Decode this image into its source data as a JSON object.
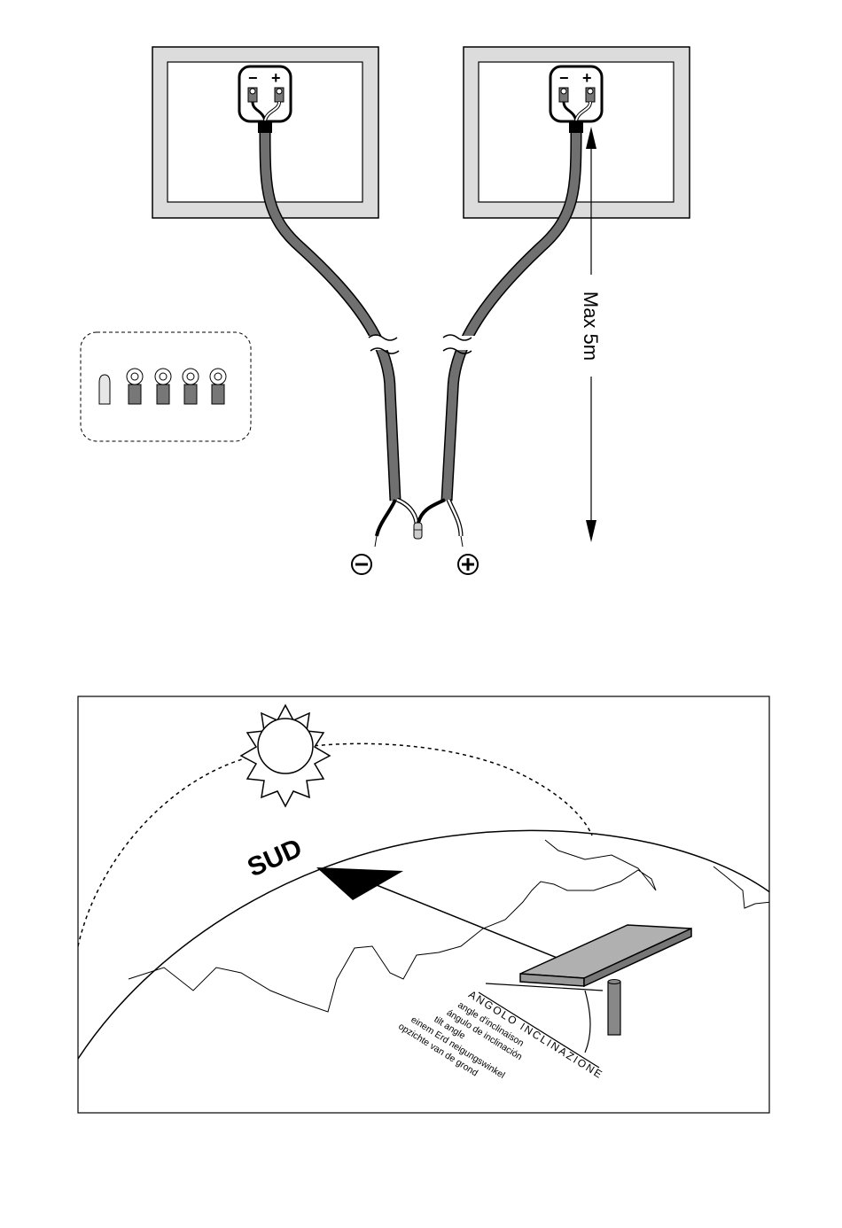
{
  "wiring_diagram": {
    "panel_terminals": {
      "minus": "−",
      "plus": "+"
    },
    "max_length_label": "Max 5m",
    "polarity": {
      "negative": "−",
      "positive": "+"
    },
    "connector_kit": {
      "connector_count": 1,
      "ring_terminal_count": 4
    }
  },
  "orientation_diagram": {
    "direction_label": "SUD",
    "tilt_labels": [
      "ANGOLO INCLINAZIONE",
      "angle d'inclinaison",
      "ángulo de inclinación",
      "tilt angle",
      "einem Erd neigungswinkel",
      "opzichte van de grond"
    ]
  },
  "colors": {
    "cable": "#707070",
    "panel_frame": "#dcdcdc",
    "terminal_fill": "#777777",
    "solar_panel": "#b0b0b0",
    "ink": "#000000"
  }
}
